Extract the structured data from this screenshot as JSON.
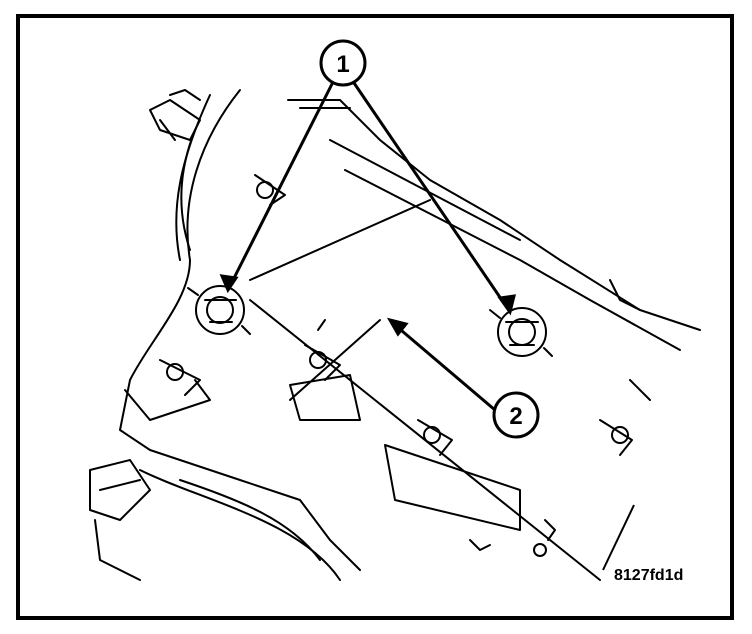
{
  "figure": {
    "id_label": "8127fd1d",
    "callouts": [
      {
        "number": "1"
      },
      {
        "number": "2"
      }
    ]
  },
  "colors": {
    "ink": "#000000",
    "paper": "#ffffff"
  }
}
